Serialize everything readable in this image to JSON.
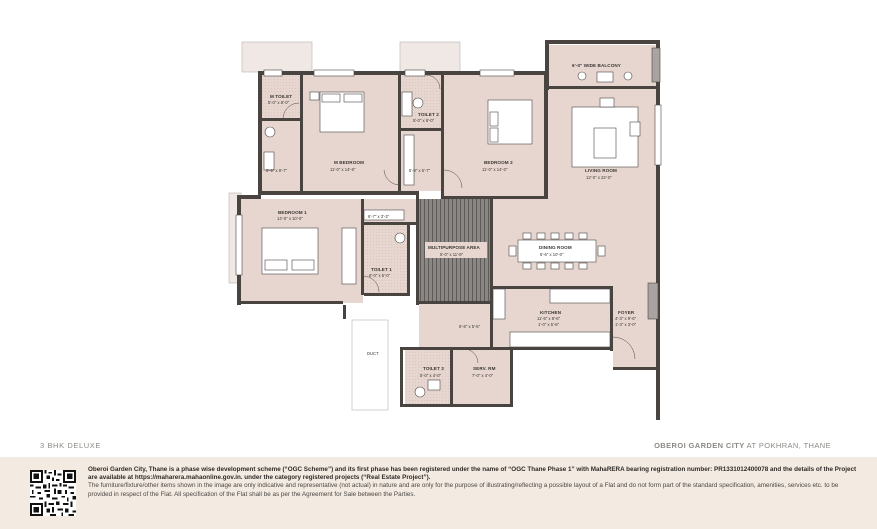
{
  "rooms": {
    "balcony": {
      "name": "6'-0\" WIDE BALCONY"
    },
    "m_toilet": {
      "name": "M TOILET",
      "dim": "5'-0\" x 8'-0\""
    },
    "m_bedroom": {
      "name": "M BEDROOM",
      "dim": "11'-0\" x 14'-6\""
    },
    "m_passage": {
      "dim": "5'-9\" x 9'-7\""
    },
    "toilet2": {
      "name": "TOILET 2",
      "dim": "5'-0\" x 8'-0\""
    },
    "dress2": {
      "dim": "5'-9\" x 5'-7\""
    },
    "bedroom2": {
      "name": "BEDROOM 2",
      "dim": "11'-0\" x 14'-0\""
    },
    "living": {
      "name": "LIVING ROOM",
      "dim": "12'-0\" x 22'-0\""
    },
    "bedroom1": {
      "name": "BEDROOM 1",
      "dim": "14'-0\" x 10'-0\""
    },
    "dress1": {
      "dim": "6'-7\" x 3'-3\""
    },
    "toilet1": {
      "name": "TOILET 1",
      "dim": "8'-0\" x 5'-0\""
    },
    "multipurpose": {
      "name": "MULTIPURPOSE AREA",
      "dim": "5'-0\" x 11'-8\""
    },
    "dining": {
      "name": "DINING ROOM",
      "dim": "5'-6\" x 10'-0\""
    },
    "kitchen": {
      "name": "KITCHEN",
      "dim1": "11'-6\" x 8'-6\"",
      "dim2": "1'-0\" x 5'-6\""
    },
    "foyer": {
      "name": "FOYER",
      "dim1": "4'-3\" x 9'-6\"",
      "dim2": "1'-3\" x 3'-0\""
    },
    "utility": {
      "dim": "6'-8\" x 5'-5\""
    },
    "duct": {
      "name": "DUCT"
    },
    "toilet3": {
      "name": "TOILET 3",
      "dim": "5'-0\" x 4'-0\""
    },
    "serv_rm": {
      "name": "SERV. RM",
      "dim": "7'-0\" x 4'-0\""
    }
  },
  "caption": {
    "unit_type": "3 BHK DELUXE",
    "project_bold": "OBEROI GARDEN CITY",
    "project_location": " AT POKHRAN, THANE"
  },
  "disclaimer": {
    "main": "Oberoi Garden City, Thane is a phase wise development scheme (“OGC Scheme”) and its first phase has been registered under the name of “OGC Thane Phase 1” with MahaRERA bearing registration number: PR1331012400078 and the details of the Project are available at https://maharera.mahaonline.gov.in. under the category registered projects (“Real Estate Project”).",
    "fine": "The furniture/fixture/other items shown in the image are only indicative and representative (not actual) in nature and are only for the purpose of illustrating/reflecting a possible layout of a Flat and do not form part of the standard specification, amenities, services etc. to be provided in respect of the Flat. All specification of the Flat shall be as per the Agreement for Sale between the Parties."
  },
  "colors": {
    "room_fill": "#e7d6cf",
    "wall": "#4a4441",
    "footer_bg": "#f3ebe2",
    "caption": "#8d8a86"
  },
  "icons": {
    "qr": "qr-code-icon"
  }
}
